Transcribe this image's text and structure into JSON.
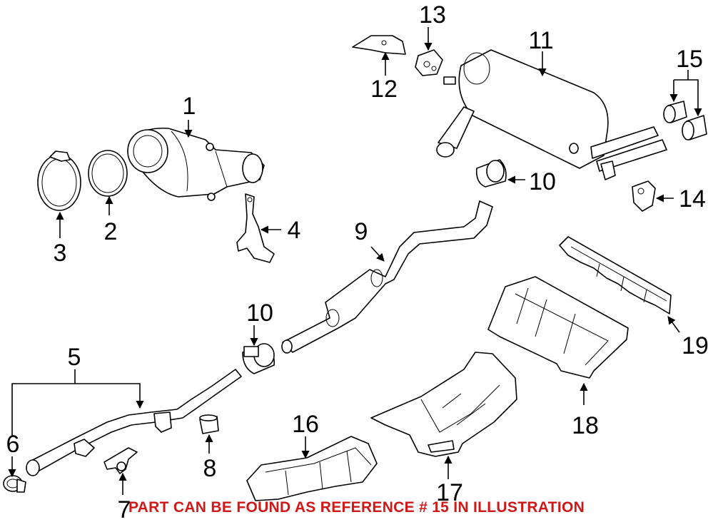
{
  "caption": "PART CAN BE FOUND AS REFERENCE # 15 IN ILLUSTRATION",
  "caption_color": "#d01818",
  "callouts": {
    "c1": "1",
    "c2": "2",
    "c3": "3",
    "c4": "4",
    "c5": "5",
    "c6": "6",
    "c7": "7",
    "c8": "8",
    "c9": "9",
    "c10a": "10",
    "c10b": "10",
    "c11": "11",
    "c12": "12",
    "c13": "13",
    "c14": "14",
    "c15": "15",
    "c16": "16",
    "c17": "17",
    "c18": "18",
    "c19": "19"
  },
  "highlighted_reference": "15"
}
